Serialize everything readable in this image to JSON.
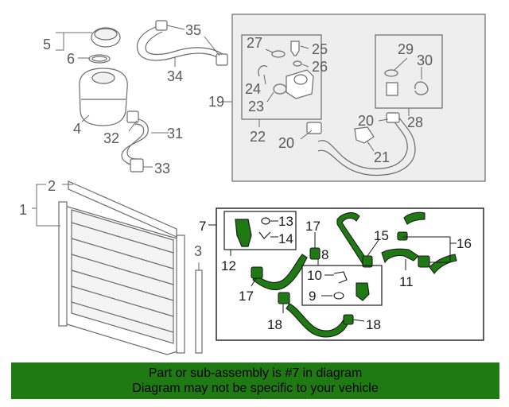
{
  "diagram": {
    "callouts": {
      "c1": "1",
      "c2": "2",
      "c3": "3",
      "c4": "4",
      "c5": "5",
      "c6": "6",
      "c7": "7",
      "c8": "8",
      "c9": "9",
      "c10": "10",
      "c12": "12",
      "c13": "13",
      "c14": "14",
      "c11": "11",
      "c15": "15",
      "c16": "16",
      "c17a": "17",
      "c17b": "17",
      "c18a": "18",
      "c18b": "18",
      "c19": "19",
      "c20a": "20",
      "c20b": "20",
      "c21": "21",
      "c22": "22",
      "c23": "23",
      "c24": "24",
      "c25": "25",
      "c26": "26",
      "c27": "27",
      "c28": "28",
      "c29": "29",
      "c30": "30",
      "c31": "31",
      "c32": "32",
      "c33": "33",
      "c34": "34",
      "c35": "35"
    },
    "colors": {
      "line": "#6b6b6b",
      "highlight_part": "#1f7a14",
      "box_fill": "#eeeeee"
    }
  },
  "footer": {
    "line1": "Part or sub-assembly is #7 in diagram",
    "line2": "Diagram may not be specific to your vehicle"
  }
}
